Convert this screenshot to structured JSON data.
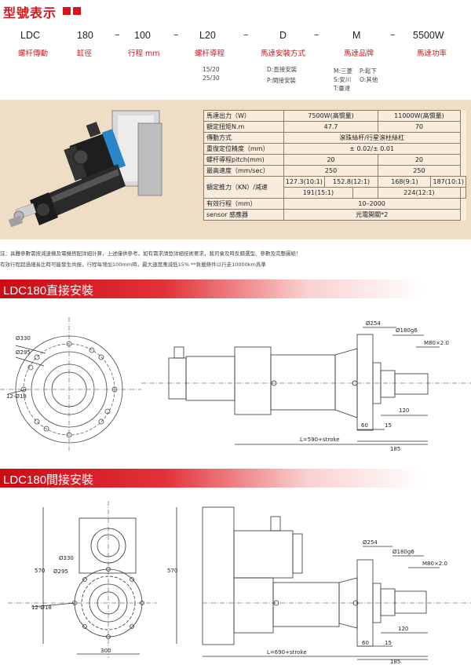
{
  "header": {
    "title": "型號表示"
  },
  "model_code": {
    "parts": [
      {
        "code": "LDC",
        "label": "螺杆傳動"
      },
      {
        "code": "180",
        "label": "缸徑"
      },
      {
        "code": "100",
        "label": "行程 mm"
      },
      {
        "code": "L20",
        "label": "螺杆導程"
      },
      {
        "code": "D",
        "label": "馬達安裝方式"
      },
      {
        "code": "M",
        "label": "馬達品牌"
      },
      {
        "code": "5500W",
        "label": "馬達功率"
      }
    ],
    "separator": "–",
    "lead_options": [
      "15/20",
      "25/30"
    ],
    "mount_options": [
      "D:直接安裝",
      "P:間接安裝"
    ],
    "brand_options": [
      "M:三菱",
      "P:鬆下",
      "S:安川",
      "O:其他",
      "T:臺達"
    ]
  },
  "spec_table": {
    "rows": [
      {
        "label": "馬達出力（W）",
        "cells": [
          "7500W(高慣量)",
          "11000W(高慣量)"
        ]
      },
      {
        "label": "額定扭矩N.m",
        "cells": [
          "47.7",
          "70"
        ]
      },
      {
        "label": "傳動方式",
        "cells": [
          "滾珠絲杆/行星滾柱絲杠"
        ]
      },
      {
        "label": "重復定位精度（mm）",
        "cells": [
          "± 0.02/± 0.01"
        ]
      },
      {
        "label": "螺杆導程pitch(mm)",
        "cells": [
          "20",
          "20"
        ]
      },
      {
        "label": "最高速度（mm/sec）",
        "cells": [
          "250",
          "250"
        ]
      },
      {
        "label": "額定推力（KN）/減速",
        "cells_top": [
          "127.3(10:1)",
          "152.8(12:1)",
          "168(9:1)",
          "187(10:1)"
        ],
        "cells_bottom": [
          "191(15:1)",
          "224(12:1)"
        ]
      },
      {
        "label": "有效行程（mm）",
        "cells": [
          "10–2000"
        ]
      },
      {
        "label": "sensor 感應器",
        "cells": [
          "光電開關*2"
        ]
      }
    ]
  },
  "notes": [
    "註：具體參數需按減速機及電機搭配詳細計算，上述僅供參考，如有需求請登詳細技術要求，我司會及時反饋選型、參數及完整圖紙！",
    "有效行程超過細長比時可能發生共振，行程每增加100mm時，最大速度應減低15% **負載條件以行走10000km爲準"
  ],
  "sections": [
    {
      "title": "LDC180直接安裝",
      "dims": {
        "bolt_circle": "Ø330",
        "pilot": "Ø295",
        "holes": "12-Ø18",
        "flange": "Ø254",
        "rod": "Ø180g6",
        "thread": "M80×2.0",
        "d120": "120",
        "d60": "60",
        "d15": "15",
        "d185": "185",
        "length": "L=590+stroke"
      }
    },
    {
      "title": "LDC180間接安裝",
      "dims": {
        "bolt_circle": "Ø330",
        "pilot": "Ø295",
        "holes": "12-Ø18",
        "flange": "Ø254",
        "rod": "Ø180g6",
        "thread": "M80×2.0",
        "d120": "120",
        "d60": "60",
        "d15": "15",
        "d185": "185",
        "d300": "300",
        "d570a": "570",
        "d570b": "570",
        "length": "L=690+stroke"
      }
    }
  ],
  "colors": {
    "brand_red": "#d7141a",
    "band_beige": "#f0ddc6",
    "motor_blue": "#2a86c8"
  }
}
